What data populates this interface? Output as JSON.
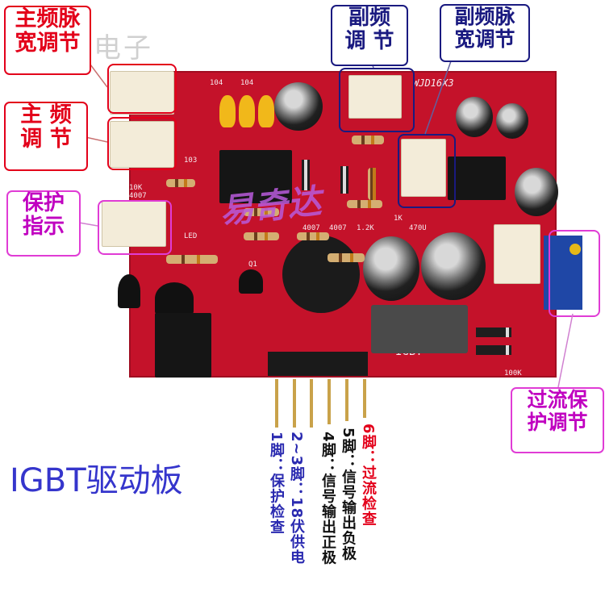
{
  "title": "IGBT驱动板",
  "watermark": "易奇达电子",
  "watermark_center": "易奇达",
  "board_silkscreen": {
    "model": "WJD16X3",
    "igbt": "IGBT",
    "r_10k": "10K",
    "d_4007": "4007",
    "r_12k": "1.2K",
    "c_470u": "470U",
    "c_104": "104",
    "c_103": "103",
    "led": "LED",
    "r_1k": "1K",
    "r_100k": "100K",
    "q1": "Q1"
  },
  "labels": {
    "main_pulse_width": [
      "主频脉",
      "宽调节"
    ],
    "main_freq": [
      "主 频",
      "调 节"
    ],
    "protect_indicator": [
      "保护",
      "指示"
    ],
    "sub_freq": [
      "副频",
      "调 节"
    ],
    "sub_pulse_width": [
      "副频脉",
      "宽调节"
    ],
    "overcurrent": [
      "过流保",
      "护调节"
    ]
  },
  "pins": {
    "p1": "1脚：保护检查",
    "p23": "2~3脚：18伏供电",
    "p4": "4脚：信号输出正极",
    "p5": "5脚：信号输出负极",
    "p6": "6脚：过流检查"
  },
  "colors": {
    "pcb": "#c4122a",
    "label_red": "#e3001a",
    "label_magenta": "#c000c0",
    "label_navy": "#1a1a80",
    "title": "#3535cc"
  }
}
